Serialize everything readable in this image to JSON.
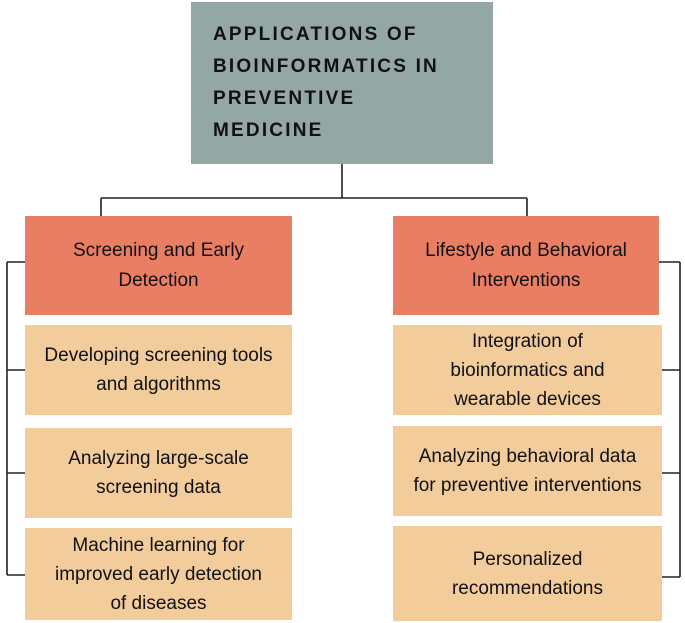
{
  "root": {
    "lines": [
      "APPLICATIONS OF",
      "BIOINFORMATICS IN",
      "PREVENTIVE",
      "MEDICINE"
    ]
  },
  "branches": [
    {
      "title_lines": [
        "Screening and Early",
        "Detection"
      ],
      "items": [
        {
          "lines": [
            "Developing screening tools",
            "and algorithms"
          ]
        },
        {
          "lines": [
            "Analyzing large-scale",
            "screening data"
          ]
        },
        {
          "lines": [
            "Machine learning for",
            "improved early detection",
            "of diseases"
          ]
        }
      ]
    },
    {
      "title_lines": [
        "Lifestyle and Behavioral",
        "Interventions"
      ],
      "items": [
        {
          "lines": [
            "Integration of",
            "bioinformatics and",
            "wearable devices"
          ]
        },
        {
          "lines": [
            "Analyzing behavioral data",
            "for preventive interventions"
          ]
        },
        {
          "lines": [
            "Personalized",
            "recommendations"
          ]
        }
      ]
    }
  ],
  "colors": {
    "root": "#93a7a5",
    "category": "#e97e62",
    "leaf": "#f2cc9b",
    "connector": "#222222"
  }
}
